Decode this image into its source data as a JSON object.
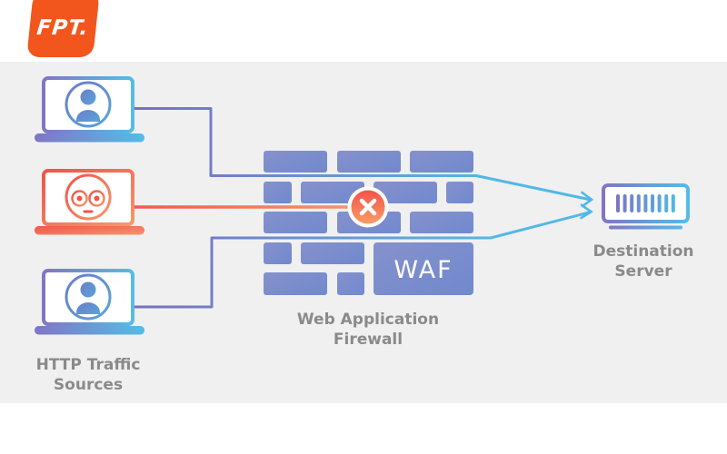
{
  "logo": {
    "text": "FPT."
  },
  "diagram": {
    "sources_label": "HTTP Traffic\nSources",
    "firewall_label": "Web Application\nFirewall",
    "server_label": "Destination\nServer",
    "waf_label": "WAF"
  },
  "icons": {
    "logo": "fpt-logo",
    "user": "user-icon",
    "bot": "bot-icon",
    "laptop": "laptop-icon",
    "firewall": "brick-wall-icon",
    "block": "block-x-icon",
    "server": "server-icon",
    "arrow": "arrowhead-icon"
  },
  "colors": {
    "brand_orange": "#F2561D",
    "brick_blue": "#7B8FCB",
    "line_purple": "#7A6EC2",
    "line_cyan": "#52B8E5",
    "threat_orange": "#F0544A",
    "block_red_top": "#F4524A",
    "block_orange_bottom": "#F99C67",
    "label_gray": "#8A8A8A",
    "background_gray": "#F0F0F1"
  }
}
